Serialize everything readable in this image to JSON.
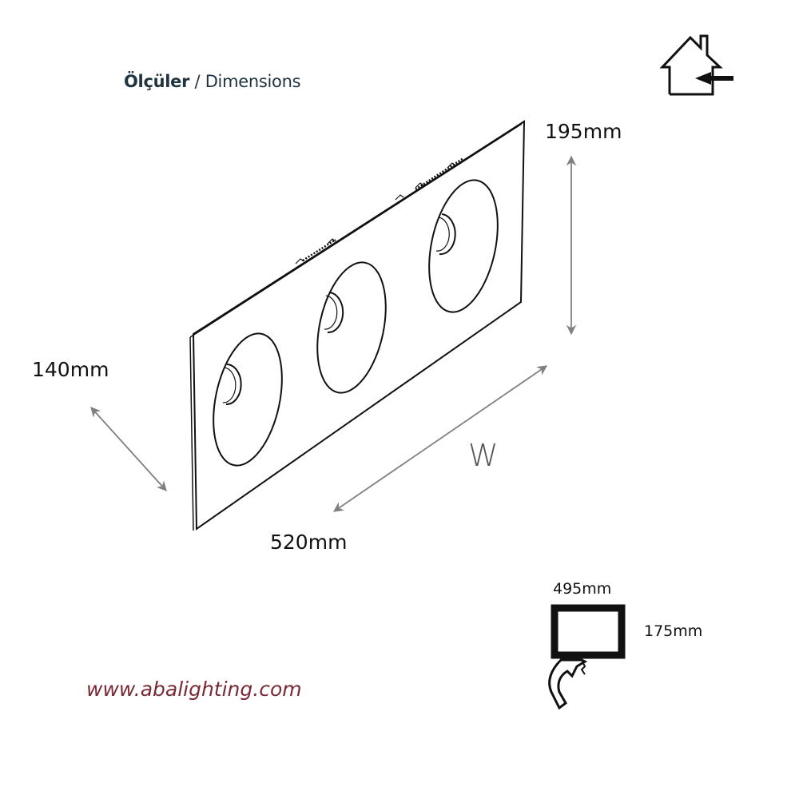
{
  "header": {
    "title_bold": "Ölçüler",
    "title_sep": " / ",
    "title_rest": "Dimensions"
  },
  "icons": {
    "house": "indoor-use-house-icon",
    "mounting": "recessed-mounting-icon"
  },
  "dimensions": {
    "height": "195mm",
    "depth": "140mm",
    "length": "520mm",
    "width_symbol": "W"
  },
  "cutout": {
    "width": "495mm",
    "height": "175mm"
  },
  "footer": {
    "url": "www.abalighting.com"
  },
  "colors": {
    "line": "#111111",
    "dimension_arrow": "#808080",
    "title": "#1f3440",
    "url": "#7a2a34"
  }
}
